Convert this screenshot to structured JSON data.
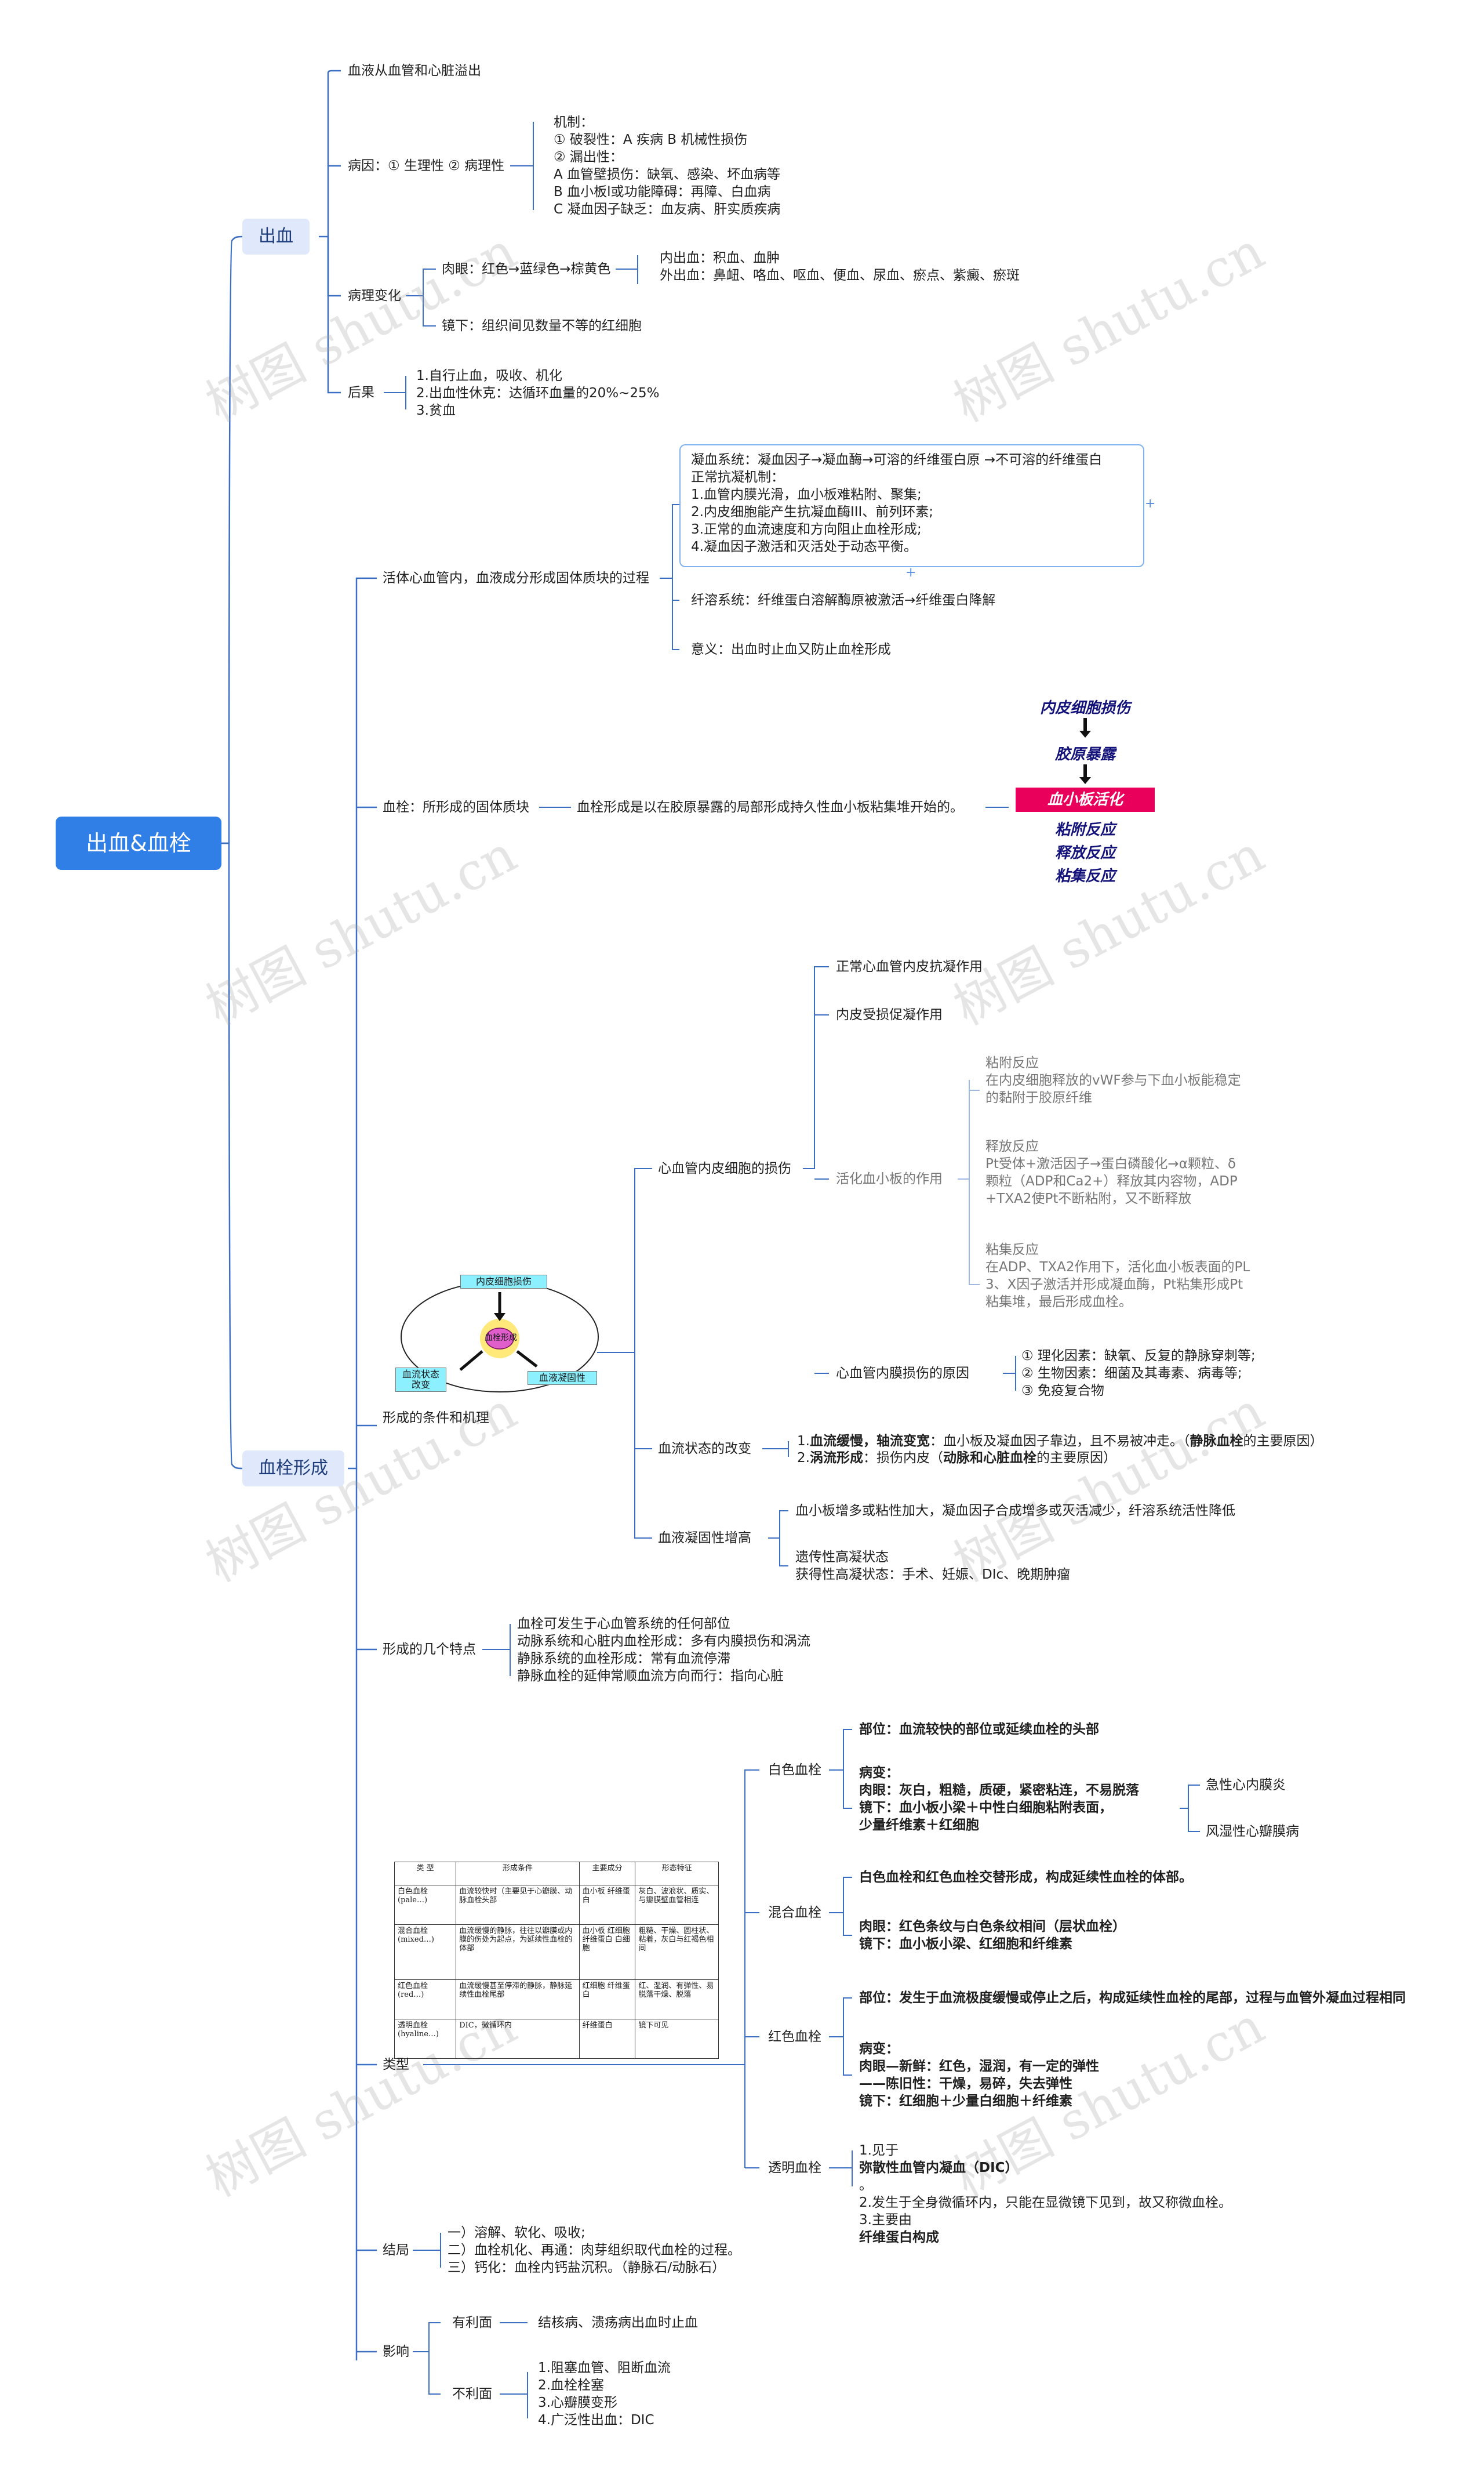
{
  "root": "出血&血栓",
  "watermark": "树图 shutu.cn",
  "b1": {
    "title": "出血",
    "overflow": "血液从血管和心脏溢出",
    "cause": {
      "label": "病因：① 生理性 ② 病理性",
      "lines": [
        "机制：",
        "① 破裂性：A 疾病  B 机械性损伤",
        "② 漏出性：",
        "A 血管壁损伤：缺氧、感染、坏血病等",
        "B 血小板l或功能障碍：再障、白血病",
        "C 凝血因子缺乏：血友病、肝实质疾病"
      ]
    },
    "change": {
      "label": "病理变化",
      "gross": "肉眼：红色→蓝绿色→棕黄色",
      "gross_detail": [
        "内出血：积血、血肿",
        "外出血：鼻衄、咯血、呕血、便血、尿血、瘀点、紫癜、瘀斑"
      ],
      "micro": "镜下：组织间见数量不等的红细胞"
    },
    "result": {
      "label": "后果",
      "lines": [
        "1.自行止血，吸收、机化",
        "2.出血性休克：达循环血量的20%~25%",
        "3.贫血"
      ]
    }
  },
  "b2": {
    "title": "血栓形成",
    "def": {
      "label": "活体心血管内，血液成分形成固体质块的过程",
      "coag_lines": [
        "凝血系统：凝血因子→凝血酶→可溶的纤维蛋白原 →不可溶的纤维蛋白",
        "正常抗凝机制：",
        "1.血管内膜光滑，血小板难粘附、聚集;",
        "2.内皮细胞能产生抗凝血酶III、前列环素;",
        "3.正常的血流速度和方向阻止血栓形成;",
        "4.凝血因子激活和灭活处于动态平衡。"
      ],
      "fibrin": "纤溶系统：纤维蛋白溶解酶原被激活→纤维蛋白降解",
      "meaning": "意义：出血时止血又防止血栓形成"
    },
    "thrombus": {
      "label": "血栓：所形成的固体质块",
      "desc": "血栓形成是以在胶原暴露的局部形成持久性血小板粘集堆开始的。",
      "flow": [
        "内皮细胞损伤",
        "胶原暴露",
        "血小板活化",
        "粘附反应",
        "释放反应",
        "粘集反应"
      ]
    },
    "mech": {
      "label": "形成的条件和机理",
      "diagram": [
        "内皮细胞损伤",
        "血栓形成",
        "血流状态改变",
        "血液凝固性"
      ],
      "endo": {
        "label": "心血管内皮细胞的损伤",
        "normal": "正常心血管内皮抗凝作用",
        "damaged": "内皮受损促凝作用",
        "platelet_label": "活化血小板的作用",
        "adhesion": [
          "粘附反应",
          "在内皮细胞释放的vWF参与下血小板能稳定",
          "的黏附于胶原纤维"
        ],
        "release": [
          "释放反应",
          "Pt受体+激活因子→蛋白磷酸化→α颗粒、δ",
          "颗粒（ADP和Ca2+）释放其内容物，ADP",
          "+TXA2使Pt不断粘附，又不断释放"
        ],
        "aggregation": [
          "粘集反应",
          "在ADP、TXA2作用下，活化血小板表面的PL",
          "3、X因子激活并形成凝血酶，Pt粘集形成Pt",
          "粘集堆，最后形成血栓。"
        ],
        "cause_label": "心血管内膜损伤的原因",
        "causes": [
          "① 理化因素：缺氧、反复的静脉穿刺等;",
          "② 生物因素：细菌及其毒素、病毒等;",
          "③ 免疫复合物"
        ]
      },
      "flowstate": {
        "label": "血流状态的改变",
        "l1a": "1.",
        "l1b": "血流缓慢，轴流变宽",
        "l1c": "：血小板及凝血因子靠边，且不易被冲走。（",
        "l1d": "静脉血栓",
        "l1e": "的主要原因）",
        "l2a": "2.",
        "l2b": "涡流形成",
        "l2c": "：损伤内皮（",
        "l2d": "动脉和心脏血栓",
        "l2e": "的主要原因）"
      },
      "coag": {
        "label": "血液凝固性增高",
        "line1": "血小板增多或粘性加大，凝血因子合成增多或灭活减少，纤溶系统活性降低",
        "line2": [
          "遗传性高凝状态",
          "获得性高凝状态：手术、妊娠、DIc、晚期肿瘤"
        ]
      }
    },
    "features": {
      "label": "形成的几个特点",
      "lines": [
        "血栓可发生于心血管系统的任何部位",
        "动脉系统和心脏内血栓形成：多有内膜损伤和涡流",
        "静脉系统的血栓形成：常有血流停滞",
        "静脉血栓的延伸常顺血流方向而行：指向心脏"
      ]
    },
    "types": {
      "label": "类型",
      "table": {
        "headers": [
          "类  型",
          "形成条件",
          "主要成分",
          "形态特征"
        ],
        "rows": [
          [
            "白色血栓 (pale…)",
            "血流较快时（主要见于心瓣膜、动脉血栓头部",
            "血小板 纤维蛋白",
            "灰白、波浪状、质实、与瓣膜壁血管相连"
          ],
          [
            "混合血栓 (mixed…)",
            "血流缓慢的静脉，往往以瓣膜或内膜的伤处为起点，为延续性血栓的体部",
            "血小板 红细胞 纤维蛋白 白细胞",
            "粗糙、干燥、圆柱状、粘着，灰白与红褐色相间"
          ],
          [
            "红色血栓 (red…)",
            "血流缓慢甚至停滞的静脉，静脉延续性血栓尾部",
            "红细胞 纤维蛋白",
            "红、湿润、有弹性、易脱落干燥、脱落"
          ],
          [
            "透明血栓 (hyaline…)",
            "DIC，微循环内",
            "纤维蛋白",
            "镜下可见"
          ]
        ]
      },
      "white": {
        "label": "白色血栓",
        "site": "部位：血流较快的部位或延续血栓的头部",
        "lesion": [
          "病变：",
          "肉眼：灰白，粗糙，质硬，紧密粘连，不易脱落",
          "镜下：血小板小梁＋中性白细胞粘附表面，",
          "          少量纤维素＋红细胞"
        ],
        "examples": [
          "急性心内膜炎",
          "风湿性心瓣膜病"
        ]
      },
      "mixed": {
        "label": "混合血栓",
        "line1": "白色血栓和红色血栓交替形成，构成延续性血栓的体部。",
        "lines": [
          "肉眼：红色条纹与白色条纹相间（层状血栓）",
          "镜下：血小板小梁、红细胞和纤维素"
        ]
      },
      "red": {
        "label": "红色血栓",
        "site": "部位：发生于血流极度缓慢或停止之后，构成延续性血栓的尾部，过程与血管外凝血过程相同",
        "lesion": [
          "病变：",
          "肉眼—新鲜：红色，湿润，有一定的弹性",
          "       ——陈旧性：干燥，易碎，失去弹性",
          "镜下：红细胞＋少量白细胞＋纤维素"
        ]
      },
      "hyaline": {
        "label": "透明血栓",
        "l1a": "1.见于",
        "l1b": "弥散性血管内凝血（DIC）",
        "l1c": "。",
        "l2": "2.发生于全身微循环内，只能在显微镜下见到，故又称微血栓。",
        "l3a": "3.主要由",
        "l3b": "纤维蛋白构成"
      }
    },
    "outcome": {
      "label": "结局",
      "lines": [
        "一）溶解、软化、吸收;",
        "二）血栓机化、再通：肉芽组织取代血栓的过程。",
        "三）钙化：血栓内钙盐沉积。（静脉石/动脉石）"
      ]
    },
    "effect": {
      "label": "影响",
      "good_label": "有利面",
      "good": "结核病、溃疡病出血时止血",
      "bad_label": "不利面",
      "bad": [
        "1.阻塞血管、阻断血流",
        "2.血栓栓塞",
        "3.心瓣膜变形",
        "4.广泛性出血：DIC"
      ]
    }
  },
  "colors": {
    "root": "#2f7fe6",
    "branch_bg": "#dfe9fb",
    "line": "#3a6fc4",
    "box": "#7fb2ee",
    "flow_text": "#12127a",
    "flow_pink": "#e8005a"
  }
}
